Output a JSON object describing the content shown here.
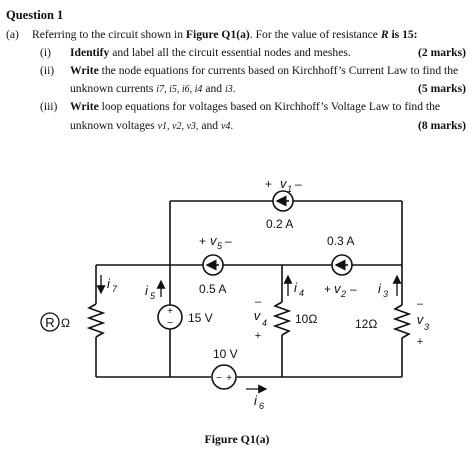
{
  "question": {
    "title": "Question 1",
    "part_label": "(a)",
    "part_text_1": "Referring to the circuit shown in ",
    "part_text_fig": "Figure Q1(a)",
    "part_text_2": ". For the value of resistance ",
    "part_text_R": "R",
    "part_text_3": " is 15:",
    "items": [
      {
        "roman": "(i)",
        "verb": "Identify",
        "text": " and label all the circuit essential nodes and meshes.",
        "marks": "(2 marks)"
      },
      {
        "roman": "(ii)",
        "verb": "Write",
        "text": " the node equations for currents based on Kirchhoff’s Current Law to find the",
        "text2_prefix": "unknown currents ",
        "text2_vars": "i7, i5, i6, i4",
        "text2_and": " and ",
        "text2_last": "i3",
        "text2_end": ".",
        "marks": "(5 marks)"
      },
      {
        "roman": "(iii)",
        "verb": "Write",
        "text": " loop equations for voltages based on Kirchhoff’s Voltage Law to find the",
        "text2_prefix": "unknown voltages ",
        "text2_vars": "v1, v2, v3,",
        "text2_and": " and ",
        "text2_last": "v4",
        "text2_end": ".",
        "marks": "(8 marks)"
      }
    ]
  },
  "circuit": {
    "v1_plus": "+",
    "v1_minus": "–",
    "v1_label": "v",
    "v1_sub": "1",
    "src_02": "0.2 A",
    "v5_plus": "+",
    "v5_minus": "–",
    "v5_label": "v",
    "v5_sub": "5",
    "src_03": "0.3 A",
    "v2_plus": "+",
    "v2_minus": "–",
    "v2_label": "v",
    "v2_sub": "2",
    "i3_label": "i",
    "i3_sub": "3",
    "i7_label": "i",
    "i7_sub": "7",
    "i5_label": "i",
    "i5_sub": "5",
    "src_05": "0.5 A",
    "i4_label": "i",
    "i4_sub": "4",
    "R_label": "R",
    "ohm_R": "Ω",
    "vs_15": "15 V",
    "v4_plus": "+",
    "v4_minus": "–",
    "v4_label": "v",
    "v4_sub": "4",
    "r_10": "10Ω",
    "r_12": "12Ω",
    "v3_plus": "+",
    "v3_minus": "–",
    "v3_label": "v",
    "v3_sub": "3",
    "vs_10": "10 V",
    "i6_label": "i",
    "i6_sub": "6"
  },
  "caption": "Figure Q1(a)"
}
